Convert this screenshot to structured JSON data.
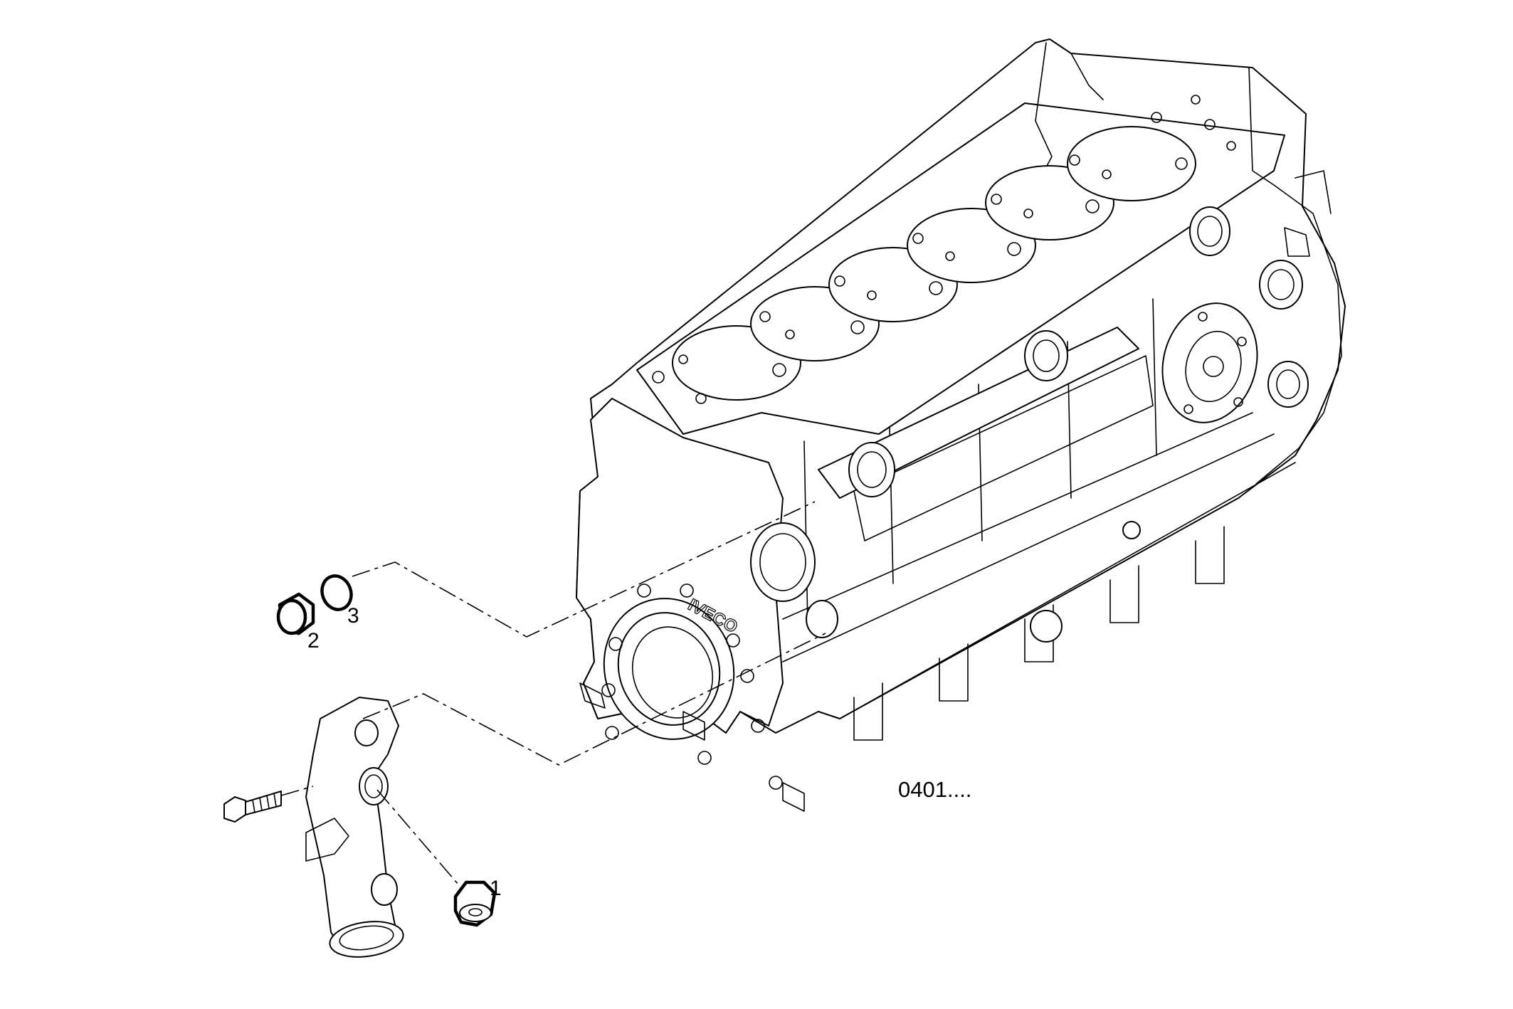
{
  "diagram": {
    "reference": "0401....",
    "callouts": [
      {
        "id": "1",
        "label": "1"
      },
      {
        "id": "2",
        "label": "2"
      },
      {
        "id": "3",
        "label": "3"
      }
    ],
    "logo_text": "IVECO"
  }
}
